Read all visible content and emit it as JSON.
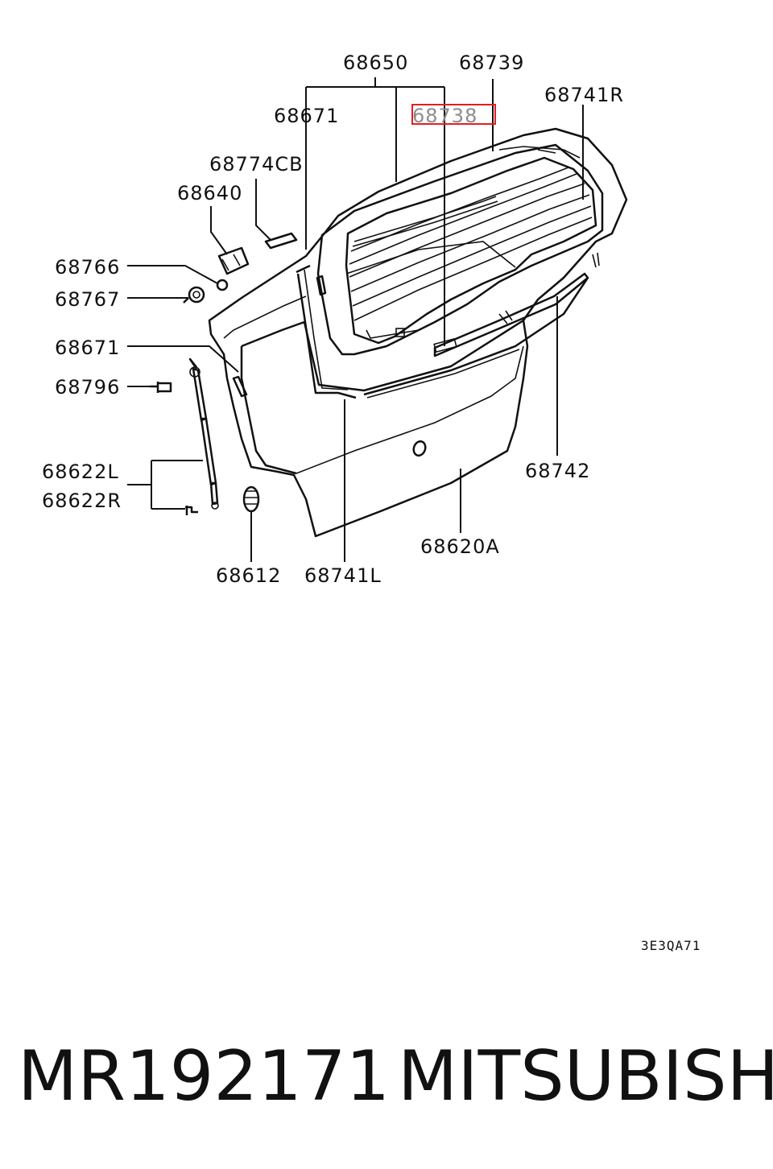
{
  "diagram": {
    "callouts": {
      "p68650": "68650",
      "p68739": "68739",
      "p68741R": "68741R",
      "p68671_top": "68671",
      "p68738": "68738",
      "p68774CB": "68774CB",
      "p68640": "68640",
      "p68766": "68766",
      "p68767": "68767",
      "p68671_mid": "68671",
      "p68796": "68796",
      "p68622L": "68622L",
      "p68622R": "68622R",
      "p68742": "68742",
      "p68620A": "68620A",
      "p68612": "68612",
      "p68741L": "68741L"
    },
    "highlight_color": "#e02020",
    "drawing_code": "3E3QA71"
  },
  "caption": {
    "part_number": "MR192171",
    "brand": "MITSUBISHI"
  }
}
